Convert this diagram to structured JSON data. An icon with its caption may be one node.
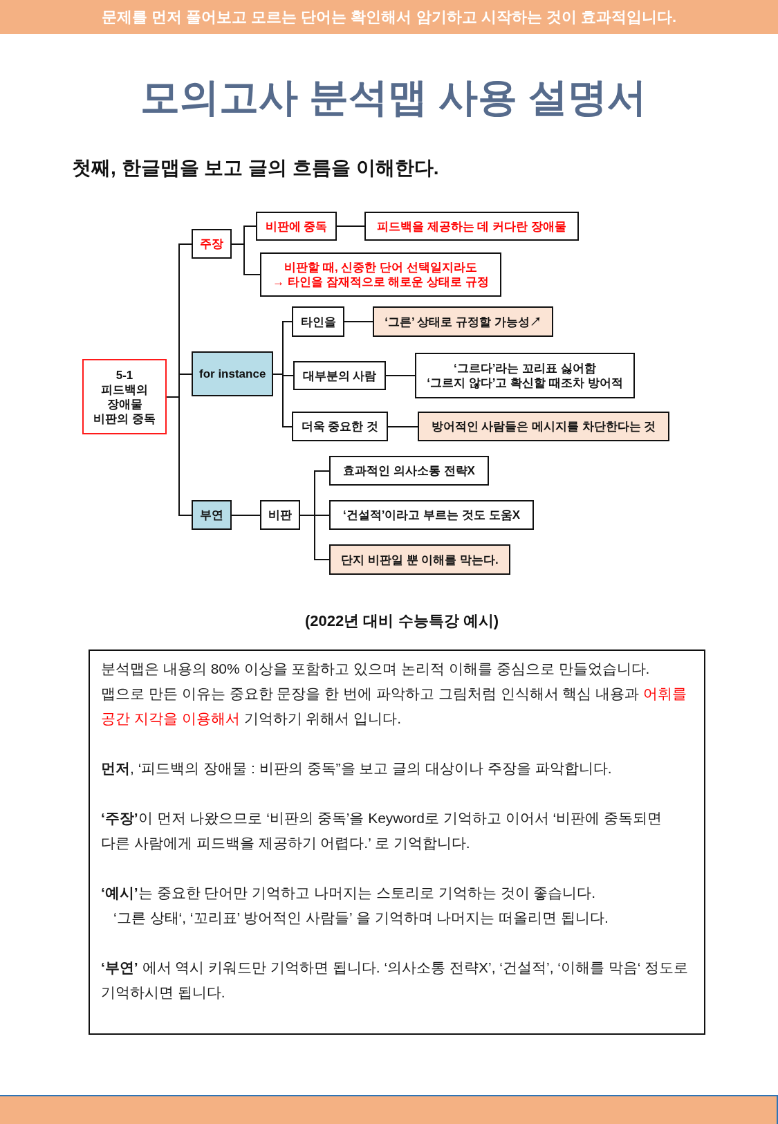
{
  "diagram": {
    "title": "모의고사 분석맵 사용 설명서",
    "caption": "(2022년 대비 수능특강 예시)",
    "nodes": [
      {
        "text": [
          "문제를 먼저 풀어보고 모르는 단어는 확인해서 암기하고 시작하는 것이 효과적입니다."
        ]
      },
      {
        "text": [
          "5-1",
          "피드백의 장애물 비판의 중독"
        ]
      },
      {
        "text": [
          "주장"
        ]
      },
      {
        "text": [
          "비판에 중독"
        ]
      },
      {
        "text": [
          "피드백을 제공하는 데 커다란 장애물"
        ]
      },
      {
        "text": [
          "비판할 때, 신중한 단어 선택일지라도",
          "→ 타인을 잠재적으로 해로운 상태로 규정"
        ]
      },
      {
        "text": [
          "for instance"
        ]
      },
      {
        "text": [
          "타인을"
        ]
      },
      {
        "text": [
          "‘그른’ 상태로 규정할 가능성↗"
        ]
      },
      {
        "text": [
          "대부분의 사람"
        ]
      },
      {
        "text": [
          "‘그르다’라는 꼬리표 싫어함",
          "‘그르지 않다’고 확신할 때조차 방어적"
        ]
      },
      {
        "text": [
          "더욱 중요한 것"
        ]
      },
      {
        "text": [
          "방어적인 사람들은 메시지를 차단한다는 것"
        ]
      },
      {
        "text": [
          "부연"
        ]
      },
      {
        "text": [
          "비판"
        ]
      },
      {
        "text": [
          "효과적인 의사소통 전략X"
        ]
      },
      {
        "text": [
          "‘건설적’이라고 부르는 것도 도움X"
        ]
      },
      {
        "text": [
          "단지 비판일 뿐 이해를 막는다."
        ]
      },
      {
        "text": [
          "분석맵은 내용의 80% 이상을 포함하고 있으며 논리적 이해를 중심으로 만들었습니다.",
          "맵으로 만든 이유는 중요한 문장을 한 번에 파악하고 그림처럼 인식해서 핵심 내용과",
          "어휘를 공간 지각을 이용해서",
          "기억하기 위해서 입니다.",
          "**먼저**, ‘피드백의 장애물 : 비판의 중독”을 보고 글의 대상이나 주장을 파악합니다.",
          "**‘주장’**이 먼저 나왔으므로 ‘비판의 중독’을 Keyword로 기억하고 이어서 ‘비판에 중독되면 다른 사람에게 피드백을 제공하기 어렵다.’ 로 기억합니다.",
          "**‘예시’**는 중요한 단어만 기억하고 나머지는 스토리로 기억하는 것이 좋습니다.",
          "‘그른 상태‘, ‘꼬리표’ 방어적인 사람들’ 을 기억하며 나머지는 떠올리면 됩니다.",
          "**‘부연’** 에서 역시 키워드만 기억하면 됩니다. ‘의사소통 전략X’, ‘건설적’, ‘이해를 막음‘ 정도로 기억하시면 됩니다."
        ]
      }
    ],
    "edges": [
      {
        "from": 1,
        "to": 2,
        "arrow": "none"
      },
      {
        "from": 1,
        "to": 6,
        "arrow": "none"
      },
      {
        "from": 1,
        "to": 13,
        "arrow": "none"
      },
      {
        "from": 2,
        "to": 3,
        "arrow": "none"
      },
      {
        "from": 2,
        "to": 5,
        "arrow": "none"
      },
      {
        "from": 3,
        "to": 4,
        "arrow": "none"
      },
      {
        "from": 6,
        "to": 7,
        "arrow": "none"
      },
      {
        "from": 6,
        "to": 9,
        "arrow": "none"
      },
      {
        "from": 6,
        "to": 11,
        "arrow": "none"
      },
      {
        "from": 7,
        "to": 8,
        "arrow": "none"
      },
      {
        "from": 9,
        "to": 10,
        "arrow": "none"
      },
      {
        "from": 11,
        "to": 12,
        "arrow": "none"
      },
      {
        "from": 13,
        "to": 14,
        "arrow": "none"
      },
      {
        "from": 14,
        "to": 15,
        "arrow": "none"
      },
      {
        "from": 14,
        "to": 16,
        "arrow": "none"
      },
      {
        "from": 14,
        "to": 17,
        "arrow": "none"
      }
    ],
    "labels": [
      "첫째, 한글맵을 보고 글의 흐름을 이해한다."
    ]
  }
}
